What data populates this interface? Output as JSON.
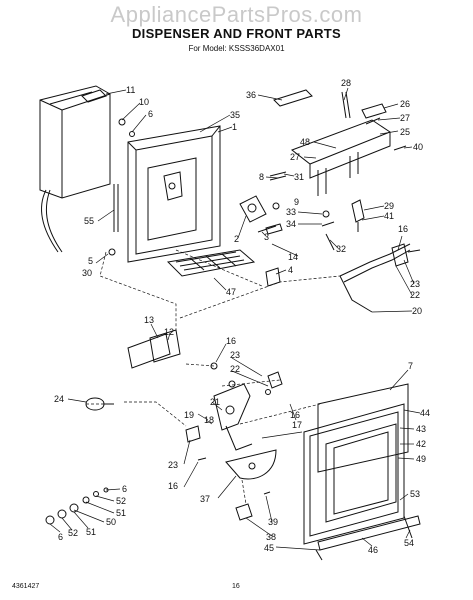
{
  "watermark": "AppliancePartsPros.com",
  "title": "DISPENSER AND FRONT PARTS",
  "subtitle": "For Model: KSSS36DAX01",
  "doc_number": "4361427",
  "page_number": "16",
  "callouts": [
    {
      "id": "c11",
      "label": "11"
    },
    {
      "id": "c10",
      "label": "10"
    },
    {
      "id": "c6a",
      "label": "6"
    },
    {
      "id": "c35",
      "label": "35"
    },
    {
      "id": "c1",
      "label": "1"
    },
    {
      "id": "c36",
      "label": "36"
    },
    {
      "id": "c28",
      "label": "28"
    },
    {
      "id": "c26",
      "label": "26"
    },
    {
      "id": "c27a",
      "label": "27"
    },
    {
      "id": "c25",
      "label": "25"
    },
    {
      "id": "c48",
      "label": "48"
    },
    {
      "id": "c40",
      "label": "40"
    },
    {
      "id": "c27b",
      "label": "27"
    },
    {
      "id": "c31",
      "label": "31"
    },
    {
      "id": "c8",
      "label": "8"
    },
    {
      "id": "c9",
      "label": "9"
    },
    {
      "id": "c29",
      "label": "29"
    },
    {
      "id": "c33",
      "label": "33"
    },
    {
      "id": "c41",
      "label": "41"
    },
    {
      "id": "c34",
      "label": "34"
    },
    {
      "id": "c55",
      "label": "55"
    },
    {
      "id": "c2",
      "label": "2"
    },
    {
      "id": "c3",
      "label": "3"
    },
    {
      "id": "c32",
      "label": "32"
    },
    {
      "id": "c16a",
      "label": "16"
    },
    {
      "id": "c14",
      "label": "14"
    },
    {
      "id": "c5",
      "label": "5"
    },
    {
      "id": "c30",
      "label": "30"
    },
    {
      "id": "c4",
      "label": "4"
    },
    {
      "id": "c47",
      "label": "47"
    },
    {
      "id": "c23a",
      "label": "23"
    },
    {
      "id": "c22a",
      "label": "22"
    },
    {
      "id": "c20",
      "label": "20"
    },
    {
      "id": "c13",
      "label": "13"
    },
    {
      "id": "c12",
      "label": "12"
    },
    {
      "id": "c16b",
      "label": "16"
    },
    {
      "id": "c23b",
      "label": "23"
    },
    {
      "id": "c22b",
      "label": "22"
    },
    {
      "id": "c24",
      "label": "24"
    },
    {
      "id": "c7",
      "label": "7"
    },
    {
      "id": "c44",
      "label": "44"
    },
    {
      "id": "c19",
      "label": "19"
    },
    {
      "id": "c21",
      "label": "21"
    },
    {
      "id": "c18",
      "label": "18"
    },
    {
      "id": "c16c",
      "label": "16"
    },
    {
      "id": "c17",
      "label": "17"
    },
    {
      "id": "c43",
      "label": "43"
    },
    {
      "id": "c42",
      "label": "42"
    },
    {
      "id": "c49",
      "label": "49"
    },
    {
      "id": "c23c",
      "label": "23"
    },
    {
      "id": "c16d",
      "label": "16"
    },
    {
      "id": "c37",
      "label": "37"
    },
    {
      "id": "c6b",
      "label": "6"
    },
    {
      "id": "c53",
      "label": "53"
    },
    {
      "id": "c52a",
      "label": "52"
    },
    {
      "id": "c51a",
      "label": "51"
    },
    {
      "id": "c50",
      "label": "50"
    },
    {
      "id": "c39",
      "label": "39"
    },
    {
      "id": "c6c",
      "label": "6"
    },
    {
      "id": "c52b",
      "label": "52"
    },
    {
      "id": "c51b",
      "label": "51"
    },
    {
      "id": "c38",
      "label": "38"
    },
    {
      "id": "c45",
      "label": "45"
    },
    {
      "id": "c46",
      "label": "46"
    },
    {
      "id": "c54",
      "label": "54"
    }
  ]
}
